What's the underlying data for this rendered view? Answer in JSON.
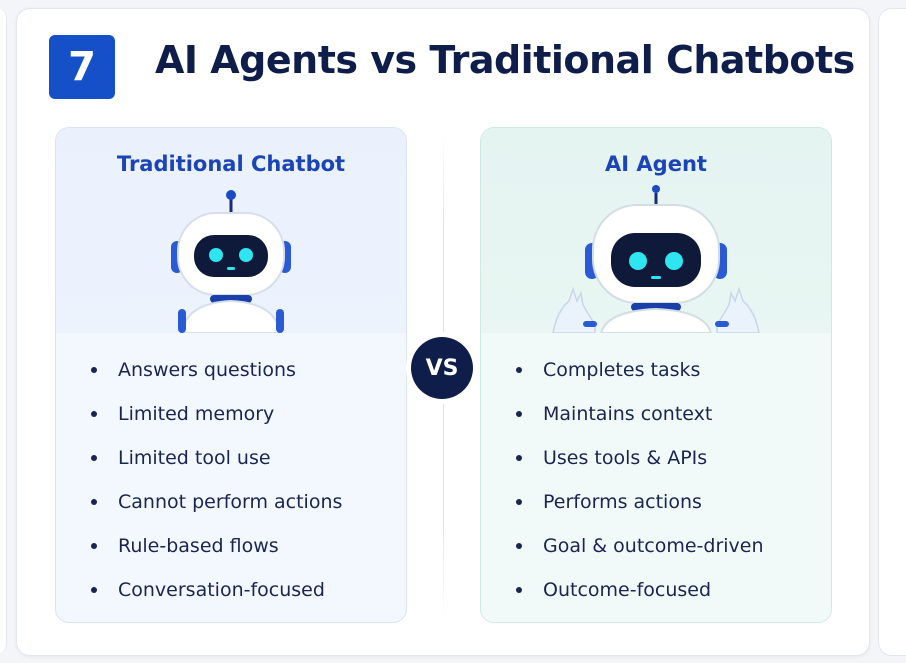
{
  "slide": {
    "number": "7",
    "title": "AI Agents vs Traditional Chatbots"
  },
  "vs_label": "VS",
  "left_panel": {
    "title": "Traditional Chatbot",
    "items": [
      "Answers questions",
      "Limited memory",
      "Limited tool use",
      "Cannot perform actions",
      "Rule-based flows",
      "Conversation-focused"
    ]
  },
  "right_panel": {
    "title": "AI Agent",
    "items": [
      "Completes tasks",
      "Maintains context",
      "Uses tools & APIs",
      "Performs actions",
      "Goal & outcome-driven",
      "Outcome-focused"
    ]
  },
  "colors": {
    "badge": "#1650c8",
    "title": "#0f1d4a",
    "panel_title": "#1b44b8",
    "left_panel_bg": "#f3f7fe",
    "right_panel_bg": "#f1faf8",
    "robot_eyes": "#2ee6f0"
  },
  "icons": {
    "left_illustration": "chatbot-robot-icon",
    "right_illustration": "ai-agent-robot-icon"
  }
}
